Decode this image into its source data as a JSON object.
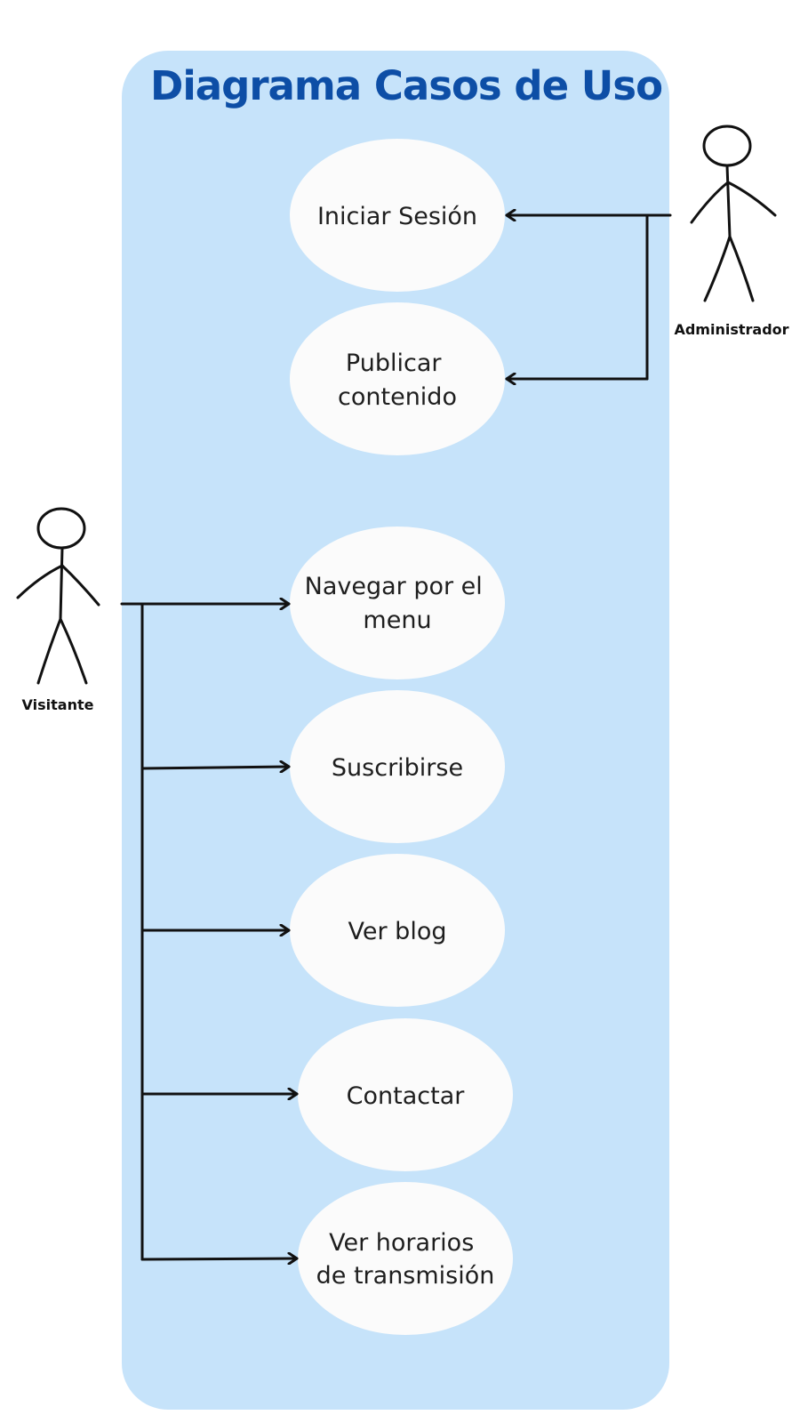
{
  "diagram": {
    "title": "Diagrama Casos de Uso",
    "actors": {
      "administrador": {
        "label": "Administrador"
      },
      "visitante": {
        "label": "Visitante"
      }
    },
    "use_cases": {
      "iniciar_sesion": {
        "lines": [
          "Iniciar Sesión"
        ]
      },
      "publicar_contenido": {
        "lines": [
          "Publicar",
          "contenido"
        ]
      },
      "navegar_menu": {
        "lines": [
          "Navegar por el",
          "menu"
        ]
      },
      "suscribirse": {
        "lines": [
          "Suscribirse"
        ]
      },
      "ver_blog": {
        "lines": [
          "Ver blog"
        ]
      },
      "contactar": {
        "lines": [
          "Contactar"
        ]
      },
      "ver_horarios": {
        "lines": [
          "Ver horarios",
          "de transmisión"
        ]
      }
    }
  },
  "colors": {
    "system_background": "#c6e3fa",
    "title": "#0d4ea6",
    "use_case_fill": "#fbfbfb",
    "line": "#111111"
  }
}
